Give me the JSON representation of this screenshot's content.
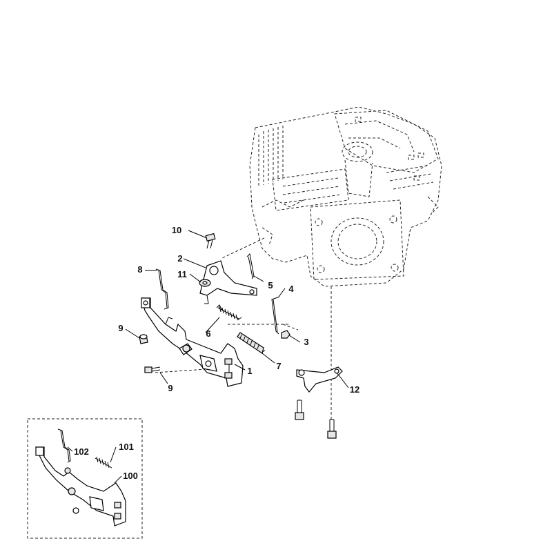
{
  "callouts": {
    "c1": "1",
    "c2": "2",
    "c3": "3",
    "c4": "4",
    "c5": "5",
    "c6": "6",
    "c7": "7",
    "c8": "8",
    "c9a": "9",
    "c9b": "9",
    "c10": "10",
    "c11": "11",
    "c12": "12",
    "c100": "100",
    "c101": "101",
    "c102": "102"
  }
}
